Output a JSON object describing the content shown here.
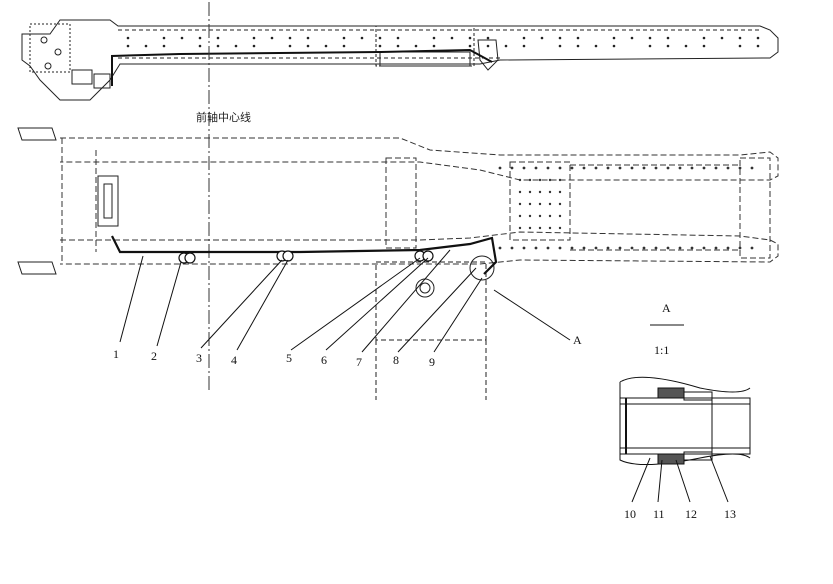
{
  "diagram": {
    "axle_label": "前轴中心线",
    "callouts": [
      "1",
      "2",
      "3",
      "4",
      "5",
      "6",
      "7",
      "8",
      "9"
    ],
    "detail_callout": "A",
    "detail": {
      "title": "A",
      "scale": "1:1",
      "callouts": [
        "10",
        "11",
        "12",
        "13"
      ]
    }
  },
  "colors": {
    "line": "#111111",
    "dashed": "#333333",
    "background": "#ffffff"
  }
}
